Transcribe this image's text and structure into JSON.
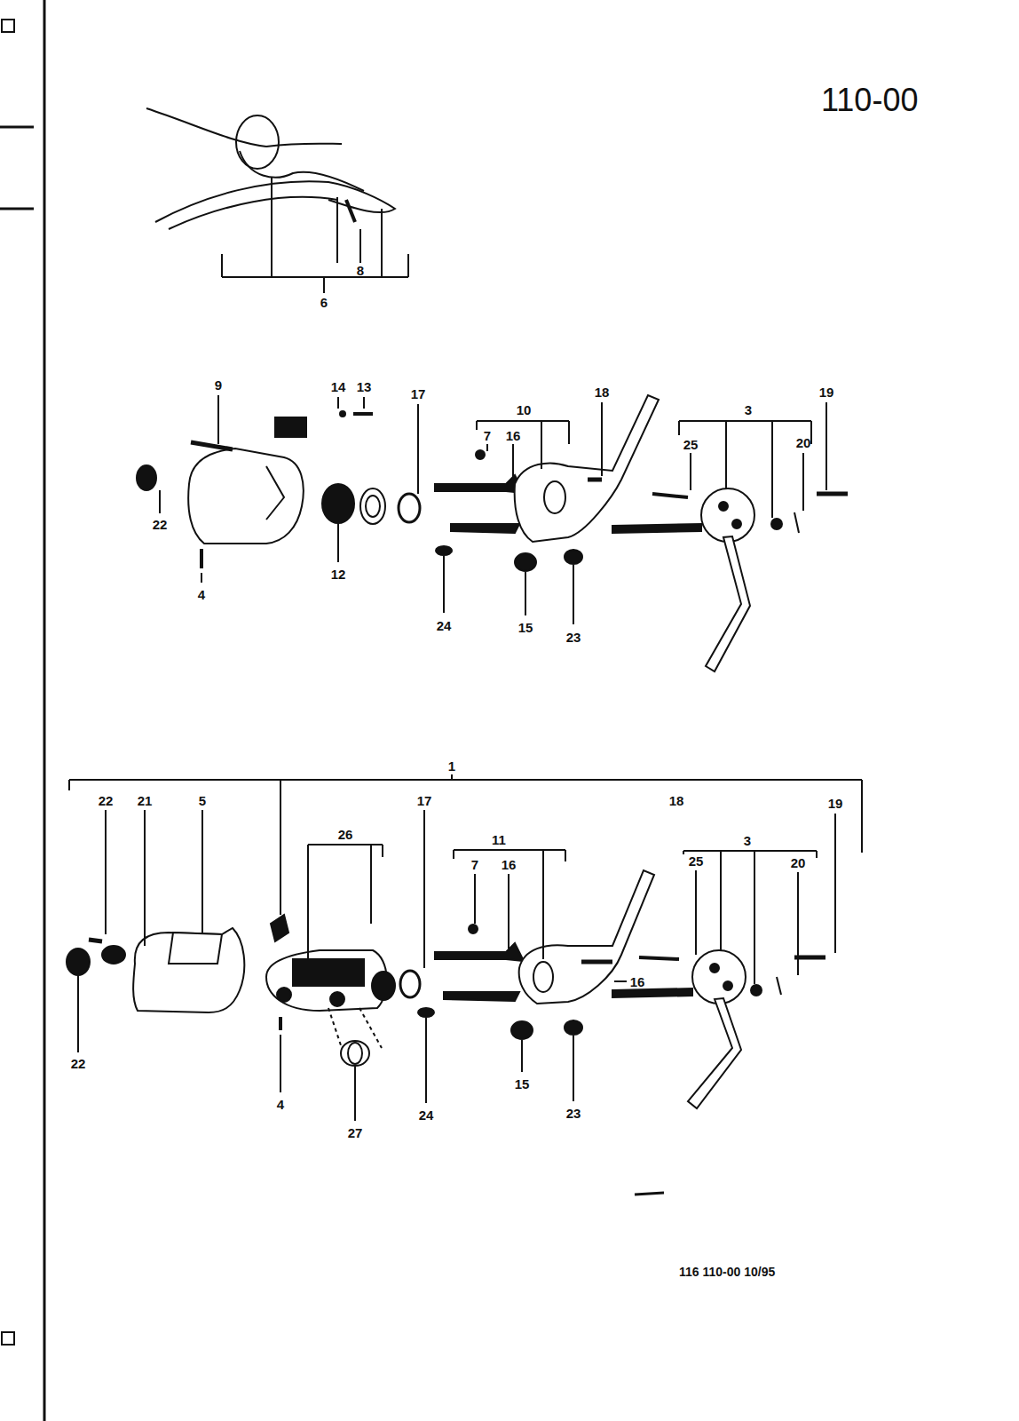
{
  "diagram": {
    "title": "110-00",
    "caption": "116 110-00 10/95",
    "labels": [
      "8",
      "6",
      "9",
      "14",
      "13",
      "17",
      "10",
      "7",
      "16",
      "18",
      "3",
      "19",
      "25",
      "20",
      "22",
      "4",
      "12",
      "24",
      "15",
      "23",
      "1",
      "22",
      "21",
      "5",
      "17",
      "18",
      "19",
      "26",
      "11",
      "7",
      "16",
      "3",
      "25",
      "20",
      "16",
      "22",
      "4",
      "27",
      "24",
      "15",
      "23"
    ]
  }
}
